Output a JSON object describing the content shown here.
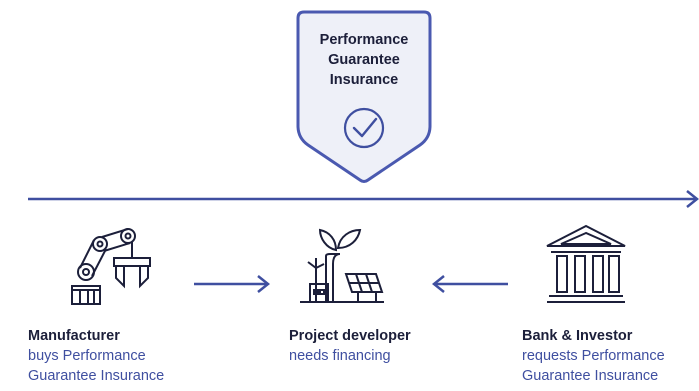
{
  "shield": {
    "lines": [
      "Performance",
      "Guarantee",
      "Insurance"
    ],
    "icon": "check-circle-icon"
  },
  "actors": [
    {
      "title": "Manufacturer",
      "lines": [
        "buys Performance",
        "Guarantee Insurance"
      ],
      "icon": "robot-arm-icon"
    },
    {
      "title": "Project developer",
      "lines": [
        "needs financing"
      ],
      "icon": "renewable-plant-icon"
    },
    {
      "title": "Bank & Investor",
      "lines": [
        "requests Performance",
        "Guarantee Insurance"
      ],
      "icon": "bank-icon"
    }
  ],
  "colors": {
    "accent": "#3f4fa0",
    "shield_fill": "#eef0f8",
    "text_dark": "#1c1f3a"
  }
}
